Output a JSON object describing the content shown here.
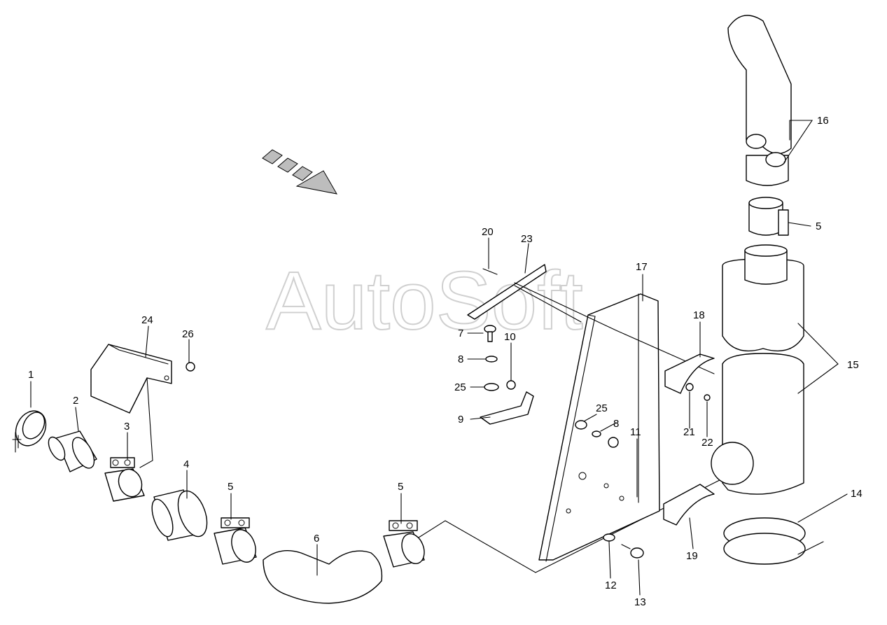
{
  "watermark": "AutoSoft",
  "callouts": [
    {
      "id": "c1",
      "text": "1"
    },
    {
      "id": "c2",
      "text": "2"
    },
    {
      "id": "c3",
      "text": "3"
    },
    {
      "id": "c4",
      "text": "4"
    },
    {
      "id": "c5a",
      "text": "5"
    },
    {
      "id": "c5b",
      "text": "5"
    },
    {
      "id": "c5c",
      "text": "5"
    },
    {
      "id": "c6",
      "text": "6"
    },
    {
      "id": "c7",
      "text": "7"
    },
    {
      "id": "c8a",
      "text": "8"
    },
    {
      "id": "c8b",
      "text": "8"
    },
    {
      "id": "c9",
      "text": "9"
    },
    {
      "id": "c10",
      "text": "10"
    },
    {
      "id": "c11",
      "text": "11"
    },
    {
      "id": "c12",
      "text": "12"
    },
    {
      "id": "c13",
      "text": "13"
    },
    {
      "id": "c14",
      "text": "14"
    },
    {
      "id": "c15",
      "text": "15"
    },
    {
      "id": "c16",
      "text": "16"
    },
    {
      "id": "c17",
      "text": "17"
    },
    {
      "id": "c18",
      "text": "18"
    },
    {
      "id": "c19",
      "text": "19"
    },
    {
      "id": "c20",
      "text": "20"
    },
    {
      "id": "c21",
      "text": "21"
    },
    {
      "id": "c22",
      "text": "22"
    },
    {
      "id": "c23",
      "text": "23"
    },
    {
      "id": "c24",
      "text": "24"
    },
    {
      "id": "c25a",
      "text": "25"
    },
    {
      "id": "c25b",
      "text": "25"
    },
    {
      "id": "c26",
      "text": "26"
    }
  ],
  "colors": {
    "line": "#000000",
    "watermark": "#d0d0d0",
    "arrow": "#bdbdbd"
  },
  "icons": {
    "direction": "forward-arrow-icon"
  }
}
